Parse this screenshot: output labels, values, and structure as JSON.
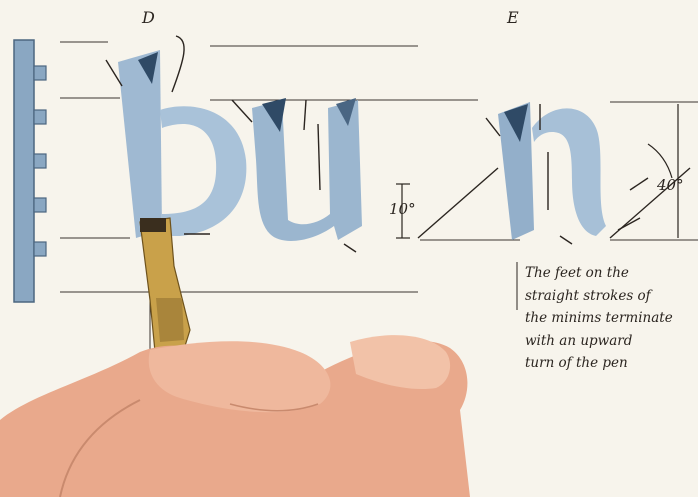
{
  "labels": {
    "section_d": "D",
    "section_e": "E",
    "angle_small": "10°",
    "angle_large": "40°"
  },
  "caption": {
    "lines": [
      "The feet on the",
      "straight strokes of",
      "the minims terminate",
      "with an upward",
      "turn of the pen"
    ]
  },
  "colors": {
    "paper": "#f7f4ec",
    "ink_light": "#a9c0d6",
    "ink_mid": "#7f9fbd",
    "ink_dark": "#2f4a66",
    "guide_line": "#3b3530",
    "rule_edge": "#6f889f",
    "pen_brass": "#c9a14a",
    "holder_wood": "#b07a3a",
    "skin": "#e9a98c"
  },
  "icons": {
    "ruler": "ruler-icon",
    "pen": "pen-nib-icon",
    "hand": "hand-icon"
  }
}
